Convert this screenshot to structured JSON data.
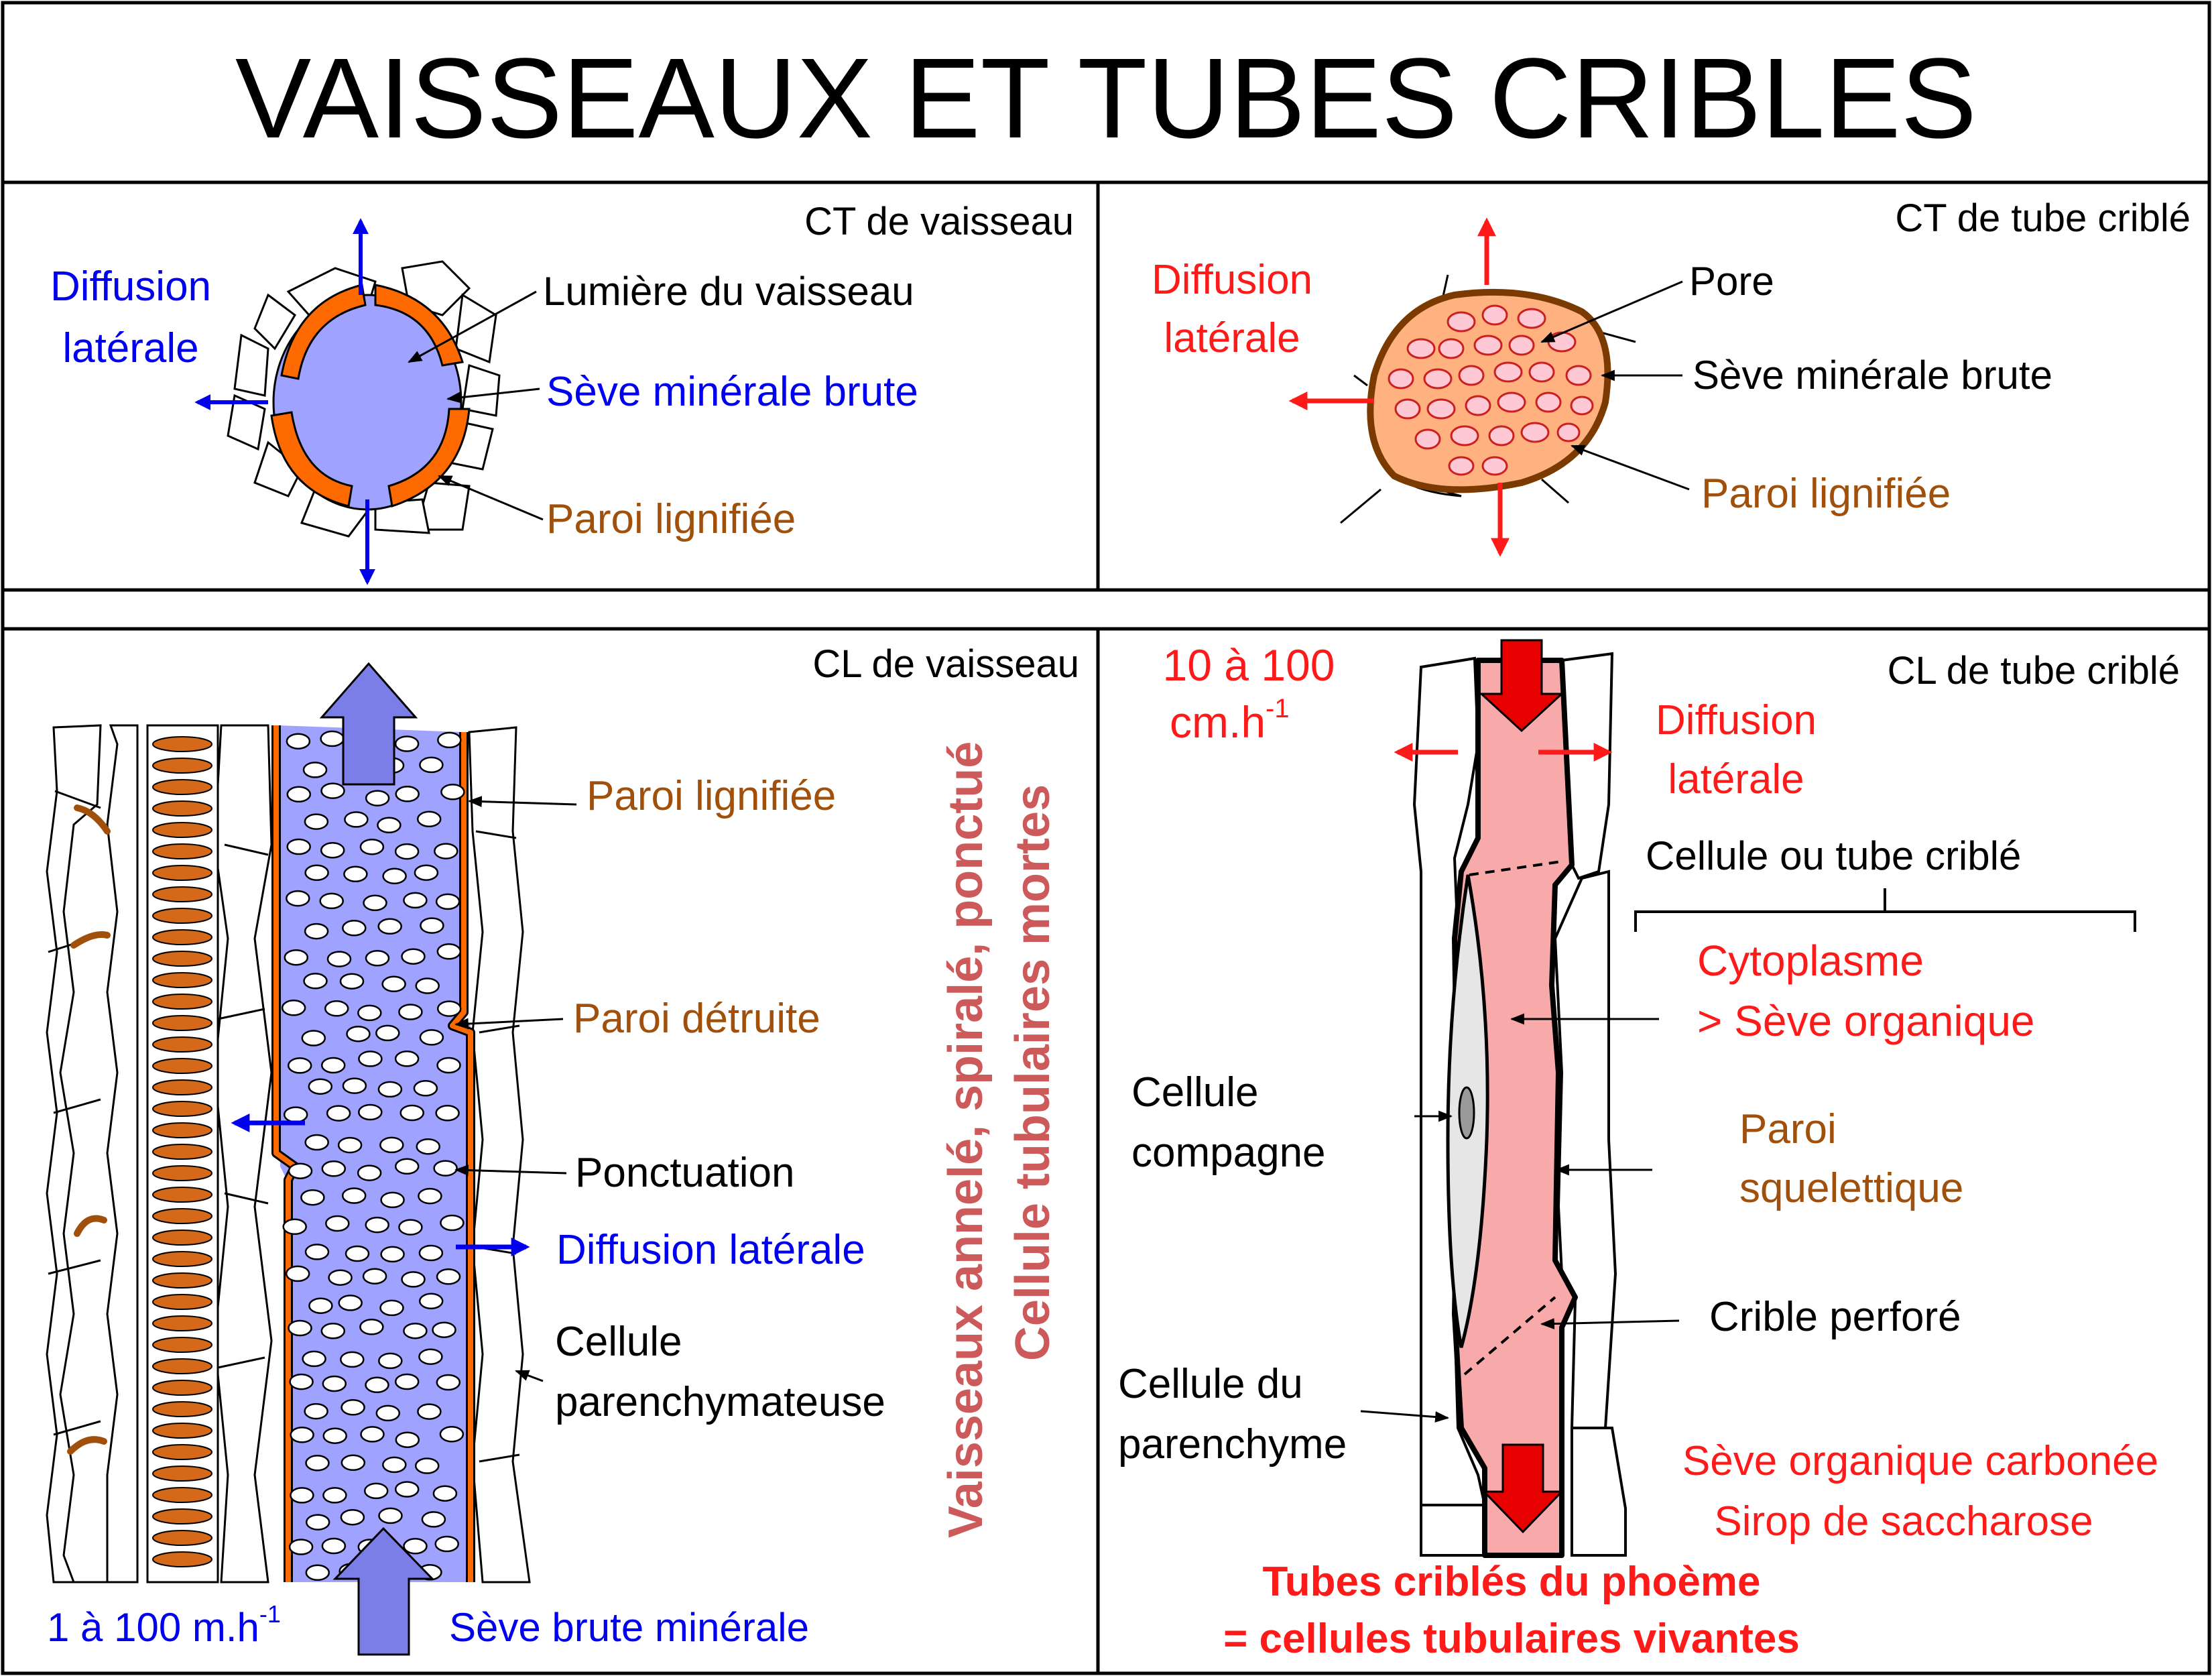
{
  "title": "VAISSEAUX ET TUBES CRIBLES",
  "colors": {
    "blue_text": "#0000ee",
    "red_text": "#ff1a1a",
    "brown_text": "#a0500a",
    "orange_wall": "#ff6a00",
    "lumen": "#9fa2ff",
    "pink_tube": "#f8aaaa",
    "peach": "#ffb27f",
    "vertical_text": "#cd5a5a",
    "dark_red": "#e60000"
  },
  "panel_ct_vessel": {
    "header": "CT de vaisseau",
    "diffusion": [
      "Diffusion",
      "latérale"
    ],
    "lumiere": "Lumière du vaisseau",
    "seve": "Sève minérale brute",
    "paroi": "Paroi lignifiée"
  },
  "panel_ct_sieve": {
    "header": "CT de tube criblé",
    "diffusion": [
      "Diffusion",
      "latérale"
    ],
    "pore": "Pore",
    "seve": "Sève minérale brute",
    "paroi": "Paroi lignifiée"
  },
  "panel_cl_vessel": {
    "header": "CL de vaisseau",
    "paroi_lignifiee": "Paroi lignifiée",
    "paroi_detruite": "Paroi détruite",
    "ponctuation": "Ponctuation",
    "diffusion": "Diffusion latérale",
    "cellule": [
      "Cellule",
      "parenchymateuse"
    ],
    "speed": "1 à 100 m.h",
    "speed_exp": "-1",
    "seve_brute": "Sève brute minérale",
    "vertical_1": "Vaisseaux annelé, spiralé, ponctué",
    "vertical_2": "Cellule tubulaires mortes"
  },
  "panel_cl_sieve": {
    "header": "CL de tube criblé",
    "speed_1": "10 à 100",
    "speed_2": "cm.h",
    "speed_exp": "-1",
    "diffusion": [
      "Diffusion",
      "latérale"
    ],
    "cellule_tube": "Cellule ou tube criblé",
    "cytoplasme": [
      "Cytoplasme",
      "> Sève organique"
    ],
    "compagne": [
      "Cellule",
      "compagne"
    ],
    "paroi": [
      "Paroi",
      "squelettique"
    ],
    "crible": "Crible perforé",
    "parenchyme": [
      "Cellule du",
      "parenchyme"
    ],
    "seve_org": [
      "Sève organique carbonée",
      "Sirop de saccharose"
    ],
    "bottom": [
      "Tubes criblés du phoème",
      "= cellules tubulaires vivantes"
    ]
  }
}
